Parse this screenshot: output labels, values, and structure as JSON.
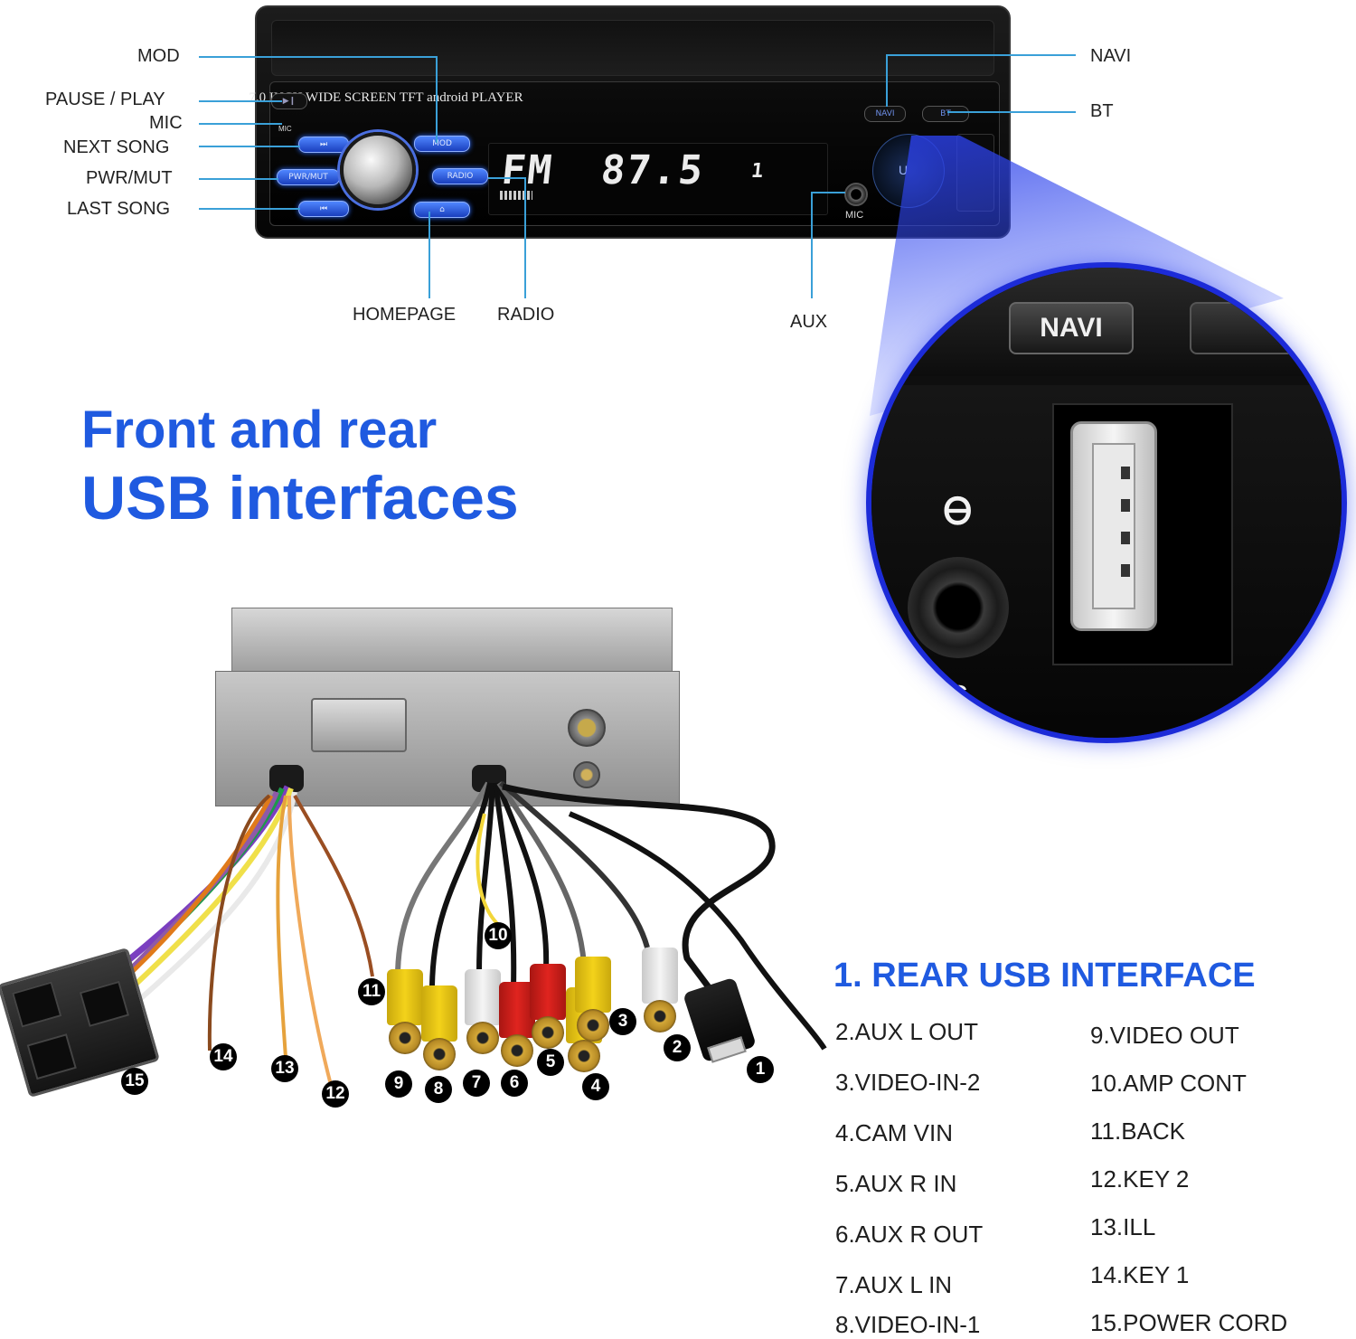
{
  "front_panel": {
    "title": "7.0 INCH WIDE SCREEN TFT android PLAYER",
    "buttons": {
      "pause_play": "▶❙",
      "mic_small": "MIC",
      "next": "⏭",
      "pwr_mut": "PWR/MUT",
      "last": "⏮",
      "mod": "MOD",
      "radio": "RADIO",
      "home": "⌂",
      "navi": "NAVI",
      "bt": "BT"
    },
    "display": {
      "band": "FM",
      "frequency": "87.5",
      "channel": "1"
    },
    "aux_label": "MIC",
    "usb_glyph": "U"
  },
  "callouts": {
    "mod": "MOD",
    "pause_play": "PAUSE / PLAY",
    "mic": "MIC",
    "next_song": "NEXT SONG",
    "pwr_mut": "PWR/MUT",
    "last_song": "LAST SONG",
    "homepage": "HOMEPAGE",
    "radio": "RADIO",
    "aux": "AUX",
    "navi": "NAVI",
    "bt": "BT"
  },
  "zoom": {
    "navi": "NAVI",
    "symbol": "Ꮎ",
    "mic_partial": "IC"
  },
  "headline": {
    "line1": "Front and rear",
    "line2": "USB interfaces"
  },
  "connector_numbers": [
    "1",
    "2",
    "3",
    "4",
    "5",
    "6",
    "7",
    "8",
    "9",
    "10",
    "11",
    "12",
    "13",
    "14",
    "15"
  ],
  "legend": {
    "title": "1. REAR USB INTERFACE",
    "left": [
      "2.AUX L OUT",
      "3.VIDEO-IN-2",
      "4.CAM VIN",
      "5.AUX R IN",
      "6.AUX R OUT",
      "7.AUX L IN",
      "8.VIDEO-IN-1"
    ],
    "right": [
      "9.VIDEO OUT",
      "10.AMP CONT",
      "11.BACK",
      "12.KEY 2",
      "13.ILL",
      "14.KEY 1",
      "15.POWER CORD"
    ]
  },
  "colors": {
    "accent_blue": "#1f5ae0",
    "leader_line": "#3aa0d8",
    "rca_yellow": "#f3d21a",
    "rca_red": "#e0241f",
    "rca_white": "#f0f0f0"
  }
}
